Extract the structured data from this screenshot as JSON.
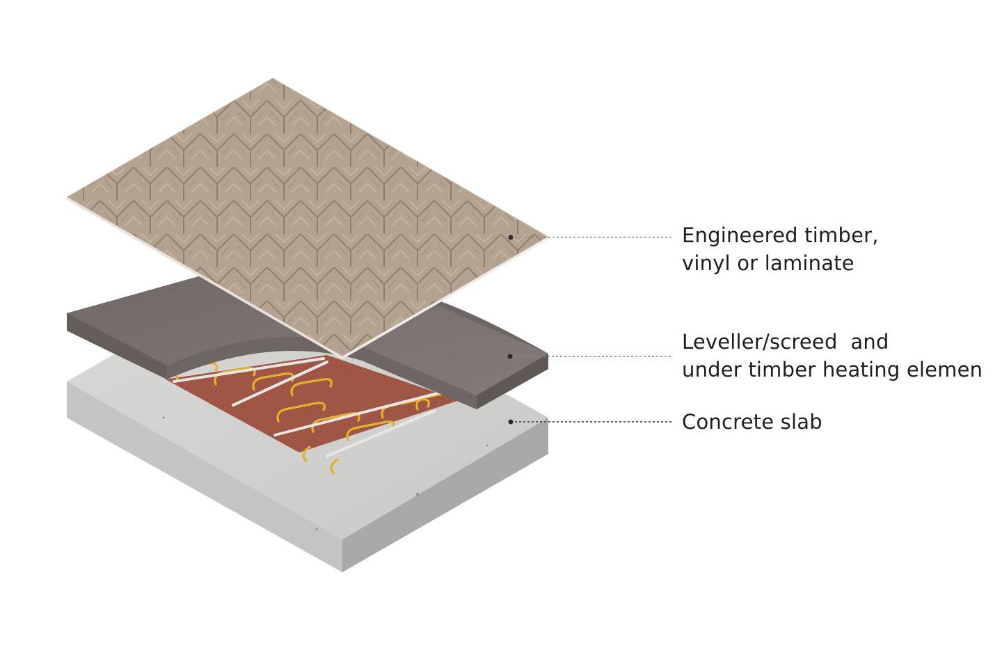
{
  "layers": [
    {
      "id": "flooring",
      "lines": [
        "Engineered timber,",
        "vinyl or laminate"
      ]
    },
    {
      "id": "leveller",
      "lines": [
        "Leveller/screed  and",
        "under timber heating elemen"
      ]
    },
    {
      "id": "slab",
      "lines": [
        "Concrete slab"
      ]
    }
  ],
  "colors": {
    "timber": "#b5a392",
    "screed_top": "#7a7270",
    "concrete": "#d5d5d3",
    "heating_mat": "#9c4a3a",
    "heating_cable": "#e3b22a",
    "leader_line": "#8a8a8a",
    "text": "#1e1e1e"
  }
}
